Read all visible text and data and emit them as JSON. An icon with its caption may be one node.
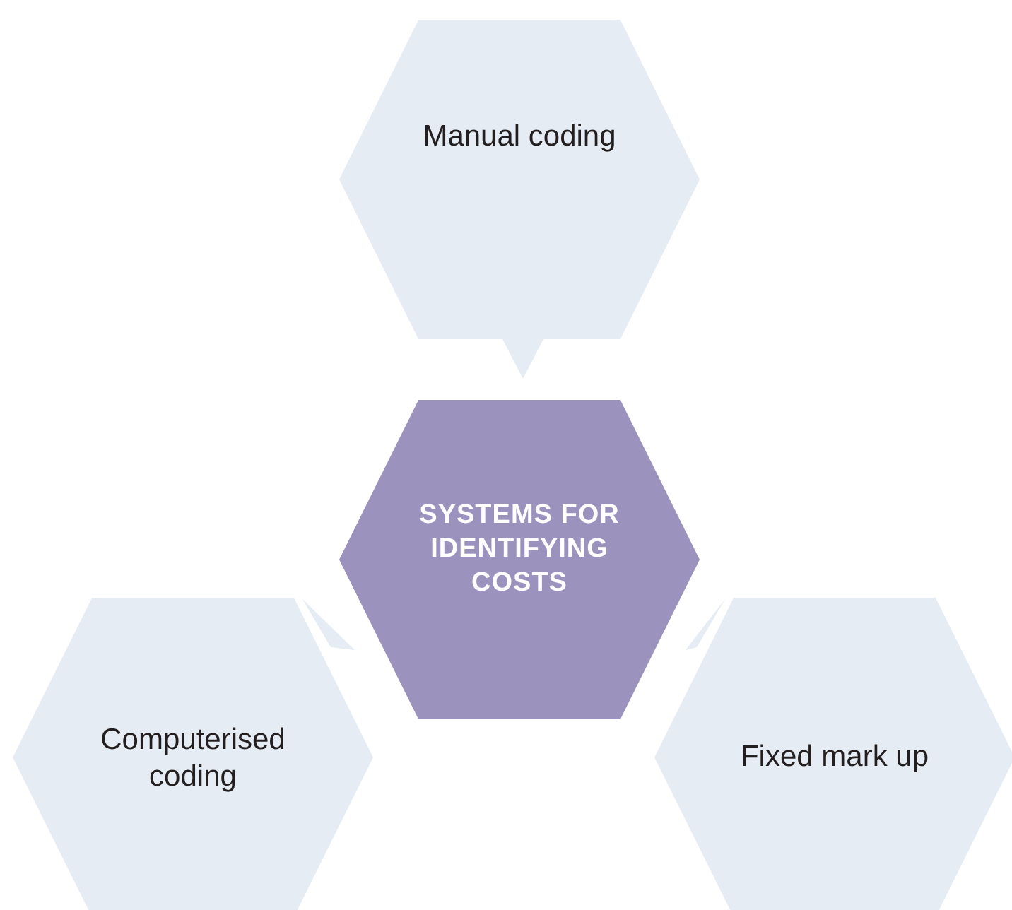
{
  "diagram": {
    "nodes": [
      {
        "text": [
          "Manual coding"
        ]
      },
      {
        "text": [
          "SYSTEMS FOR IDENTIFYING COSTS"
        ]
      },
      {
        "text": [
          "Computerised coding"
        ]
      },
      {
        "text": [
          "Fixed mark up"
        ]
      }
    ]
  }
}
